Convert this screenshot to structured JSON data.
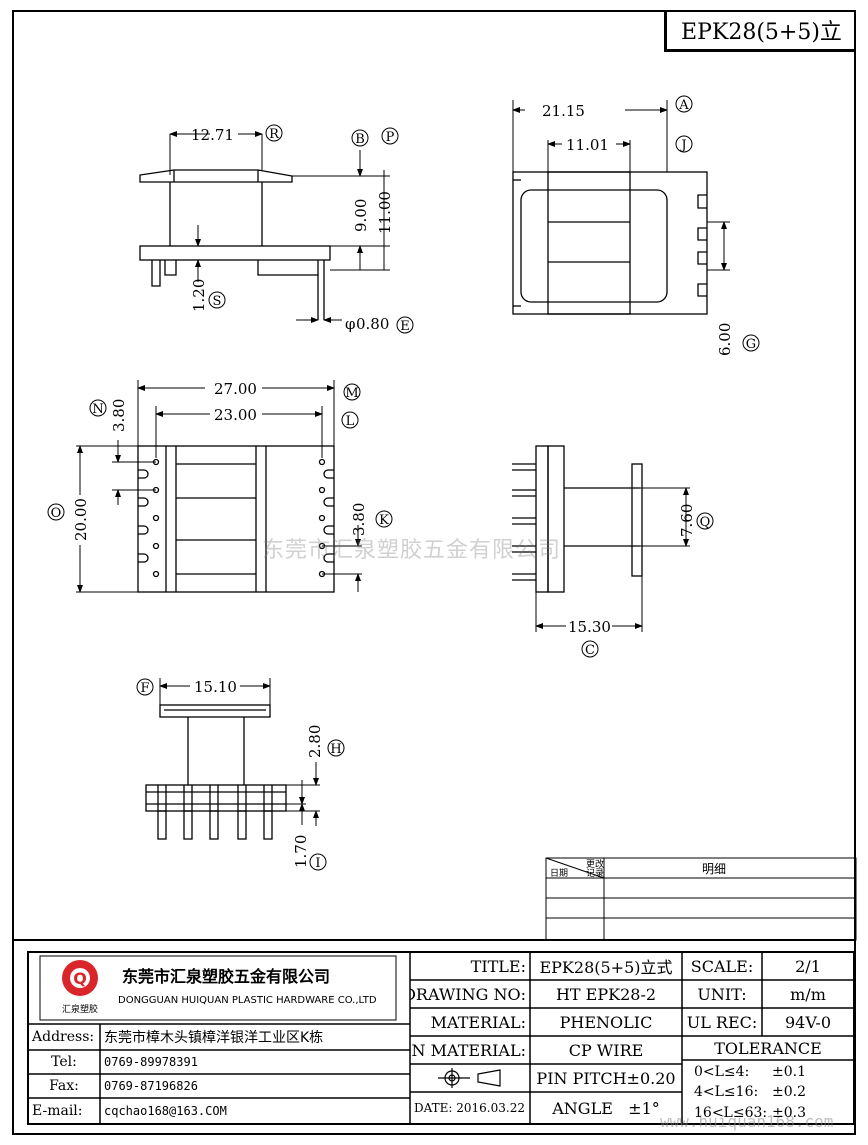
{
  "header": {
    "part_title": "EPK28(5+5)立"
  },
  "dimensions": {
    "d_12_71": "12.71",
    "d_21_15": "21.15",
    "d_11_01": "11.01",
    "d_9_00": "9.00",
    "d_11_00": "11.00",
    "d_1_20": "1.20",
    "d_0_80": "0.80",
    "d_6_00": "6.00",
    "d_27_00": "27.00",
    "d_23_00": "23.00",
    "d_3_80a": "3.80",
    "d_20_00": "20.00",
    "d_3_80b": "3.80",
    "d_7_60": "7.60",
    "d_15_30": "15.30",
    "d_15_10": "15.10",
    "d_2_80": "2.80",
    "d_1_70": "1.70",
    "phi": "φ"
  },
  "markers": {
    "A": "A",
    "B": "B",
    "C": "C",
    "E": "E",
    "F": "F",
    "G": "G",
    "H": "H",
    "I": "I",
    "J": "J",
    "K": "K",
    "L": "L",
    "M": "M",
    "N": "N",
    "O": "O",
    "P": "P",
    "Q": "Q",
    "R": "R",
    "S": "S"
  },
  "watermark": "东莞市汇泉塑胶五金有限公司",
  "site_mark": "www.huiquan168.com",
  "revision_table": {
    "col1_top": "更改",
    "col1_sub": "记录",
    "col1_date": "日期",
    "header": "明细"
  },
  "company": {
    "logo_letter": "Q",
    "logo_text": "汇泉塑胶",
    "name_cn": "东莞市汇泉塑胶五金有限公司",
    "name_en": "DONGGUAN HUIQUAN PLASTIC HARDWARE CO.,LTD"
  },
  "contact": {
    "address_label": "Address:",
    "address_value": "东莞市樟木头镇樟洋银洋工业区K栋",
    "tel_label": "Tel:",
    "tel_value": "0769-89978391",
    "fax_label": "Fax:",
    "fax_value": "0769-87196826",
    "email_label": "E-mail:",
    "email_value": "cqchao168@163.COM"
  },
  "spec": {
    "title_label": "TITLE:",
    "title_value": "EPK28(5+5)立式",
    "drawing_label": "DRAWING NO:",
    "drawing_value": "HT EPK28-2",
    "material_label": "MATERIAL:",
    "material_value": "PHENOLIC",
    "pin_material_label": "PIN MATERIAL:",
    "pin_material_value": "CP WIRE",
    "date_label": "DATE:",
    "date_value": "2016.03.22",
    "pin_pitch": "PIN PITCH±0.20",
    "angle_label": "ANGLE",
    "angle_value": "±1°",
    "scale_label": "SCALE:",
    "scale_value": "2/1",
    "unit_label": "UNIT:",
    "unit_value": "m/m",
    "ul_label": "UL REC:",
    "ul_value": "94V-0",
    "tolerance_label": "TOLERANCE",
    "tol1_range": "0<L≤4:",
    "tol1_value": "±0.1",
    "tol2_range": "4<L≤16:",
    "tol2_value": "±0.2",
    "tol3_range": "16<L≤63:",
    "tol3_value": "±0.3"
  }
}
